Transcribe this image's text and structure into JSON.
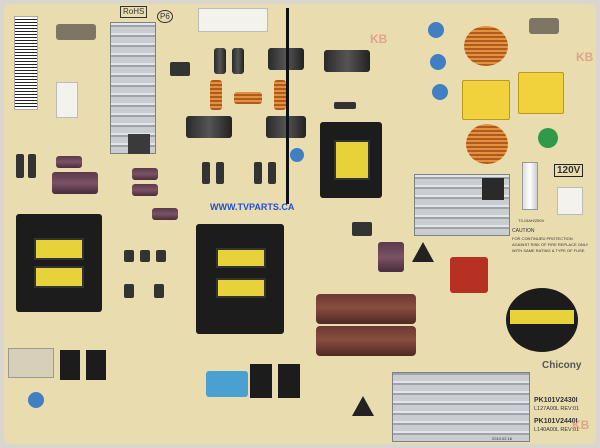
{
  "markings": {
    "rohs": "RoHS",
    "p6": "P6",
    "watermark": "WWW.TVPARTS.CA",
    "voltage": "120V",
    "fuse_rating": "T3.15AH/250V",
    "caution_title": "CAUTION",
    "caution_text_1": "FOR CONTINUED PROTECTION",
    "caution_text_2": "AGAINST RISK OF FIRE REPLACE ONLY",
    "caution_text_3": "WITH SAME RATING & TYPE OF FUSE.",
    "brand": "Chicony",
    "model_1": "PK101V2430I",
    "rev_1": "L127A00L  REV:01",
    "model_2": "PK101V2440I",
    "rev_2": "L140A00L  REV:01",
    "date": "2010.02.16",
    "kb": "KB"
  },
  "colors": {
    "board": "#e9ddb0",
    "watermark": "#1f4fd8"
  }
}
